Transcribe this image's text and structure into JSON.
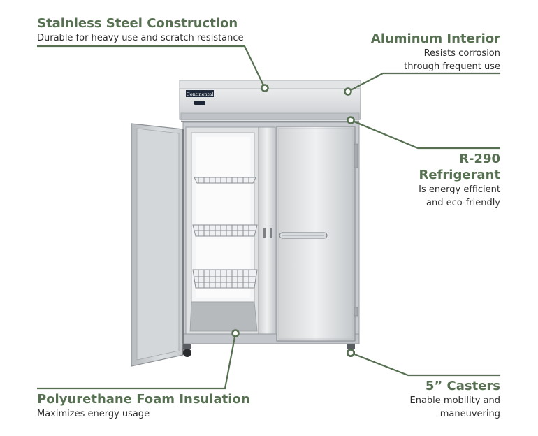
{
  "accent_color": "#567051",
  "callouts": {
    "stainless": {
      "title": "Stainless Steel Construction",
      "desc": [
        "Durable for heavy use and scratch resistance"
      ]
    },
    "aluminum": {
      "title": "Aluminum Interior",
      "desc": [
        "Resists corrosion",
        "through frequent use"
      ]
    },
    "r290": {
      "title": [
        "R-290",
        "Refrigerant"
      ],
      "desc": [
        "Is energy efficient",
        "and eco-friendly"
      ]
    },
    "poly": {
      "title": "Polyurethane Foam Insulation",
      "desc": [
        "Maximizes energy usage"
      ]
    },
    "casters": {
      "title": "5” Casters",
      "desc": [
        "Enable mobility and",
        "maneuvering"
      ]
    }
  },
  "product": {
    "brand_logo_text": "Continental"
  }
}
